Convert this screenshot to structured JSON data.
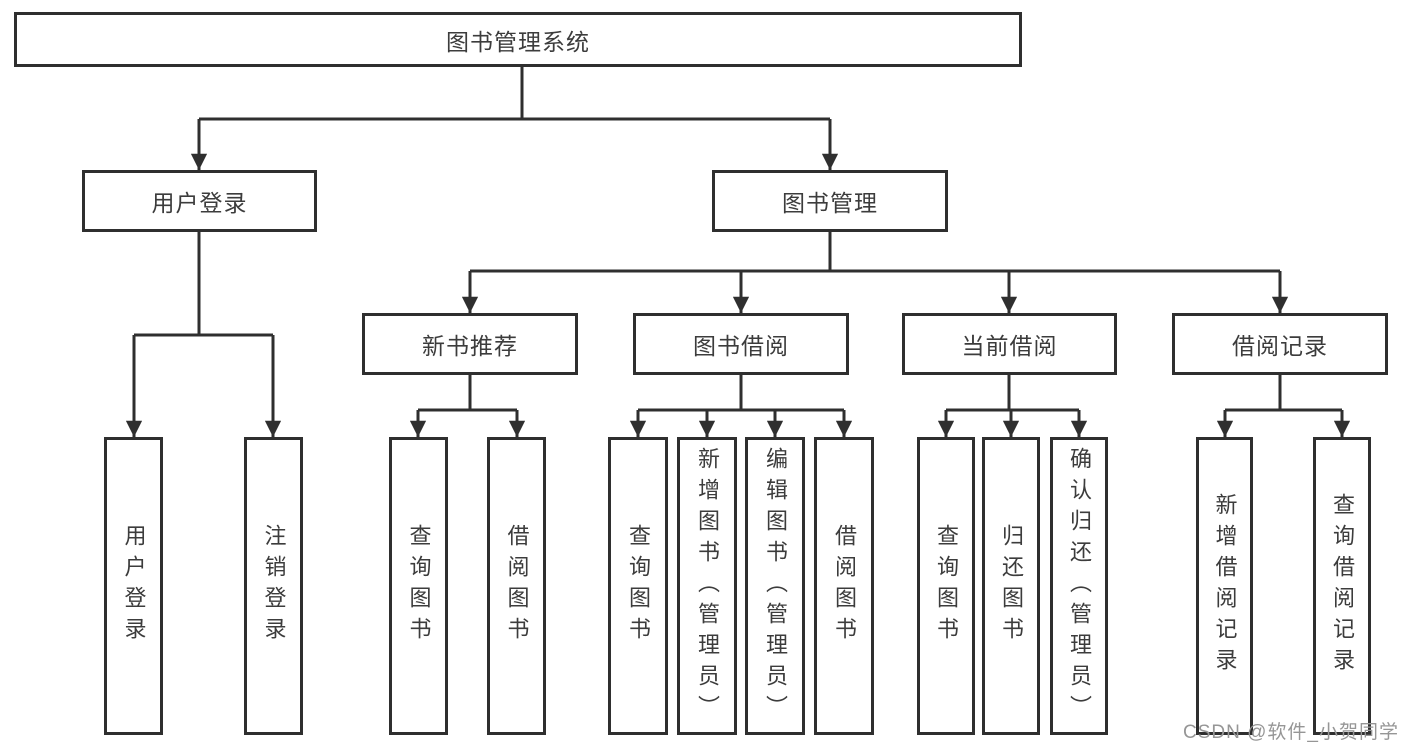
{
  "diagram": {
    "root": {
      "label": "图书管理系统"
    },
    "branches": [
      {
        "label": "用户登录",
        "children": [
          {
            "label": "用户登录"
          },
          {
            "label": "注销登录"
          }
        ]
      },
      {
        "label": "图书管理",
        "sections": [
          {
            "label": "新书推荐",
            "children": [
              {
                "label": "查询图书"
              },
              {
                "label": "借阅图书"
              }
            ]
          },
          {
            "label": "图书借阅",
            "children": [
              {
                "label": "查询图书"
              },
              {
                "label": "新增图书（管理员）"
              },
              {
                "label": "编辑图书（管理员）"
              },
              {
                "label": "借阅图书"
              }
            ]
          },
          {
            "label": "当前借阅",
            "children": [
              {
                "label": "查询图书"
              },
              {
                "label": "归还图书"
              },
              {
                "label": "确认归还（管理员）"
              }
            ]
          },
          {
            "label": "借阅记录",
            "children": [
              {
                "label": "新增借阅记录"
              },
              {
                "label": "查询借阅记录"
              }
            ]
          }
        ]
      }
    ]
  },
  "watermark": {
    "text": "CSDN @软件_小贺同学"
  },
  "colors": {
    "line": "#2f2f2f",
    "text": "#3c3c3c",
    "watermark": "#969696",
    "background": "#ffffff"
  }
}
